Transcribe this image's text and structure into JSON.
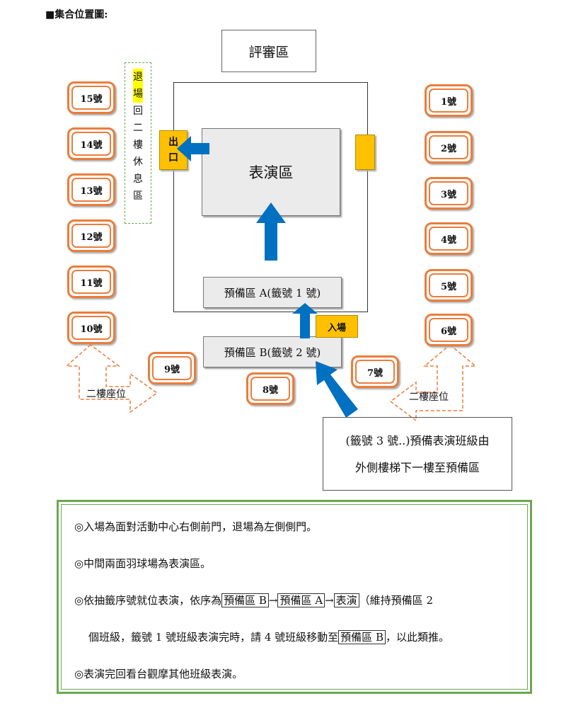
{
  "title": "■集合位置圖:",
  "judge_area": "評審區",
  "stage": "表演區",
  "prep_a": "預備區 A(籤號 1 號)",
  "prep_b": "預備區 B(籤號 2 號)",
  "exit_door": [
    "出",
    "口"
  ],
  "enter_door": "入場",
  "exit_note": [
    "退",
    "場",
    "回",
    "二",
    "樓",
    "休",
    "息",
    "區"
  ],
  "seats_left": [
    "15號",
    "14號",
    "13號",
    "12號",
    "11號",
    "10號"
  ],
  "seats_right": [
    "1號",
    "2號",
    "3號",
    "4號",
    "5號",
    "6號"
  ],
  "seats_bottom": [
    "9號",
    "8號",
    "7號"
  ],
  "second_floor_left": "二樓座位",
  "second_floor_right": "二樓座位",
  "callout_lines": [
    "(籤號 3 號..)預備表演班級由",
    "外側樓梯下一樓至預備區"
  ],
  "notes": {
    "line1": "◎入場為面對活動中心右側前門，退場為左側側門。",
    "line2": "◎中間兩面羽球場為表演區。",
    "line3_a": "◎依抽籤序號就位表演，依序為",
    "box_prep_b": "預備區 B",
    "arrow": "→",
    "box_prep_a": "預備區 A",
    "box_perform": "表演",
    "line3_b": "（維持預備區 2",
    "line4_a": "個班級，籤號 1 號班級表演完時，請 4 號班級移動至",
    "line4_b": "，以此類推。",
    "line5": "◎表演完回看台觀摩其他班級表演。"
  },
  "colors": {
    "seat_border": "#ea7d3c",
    "door": "#ffc000",
    "arrow_blue": "#0070c0",
    "dashed_orange": "#ea7d3c",
    "note_border": "#6aa84f"
  }
}
